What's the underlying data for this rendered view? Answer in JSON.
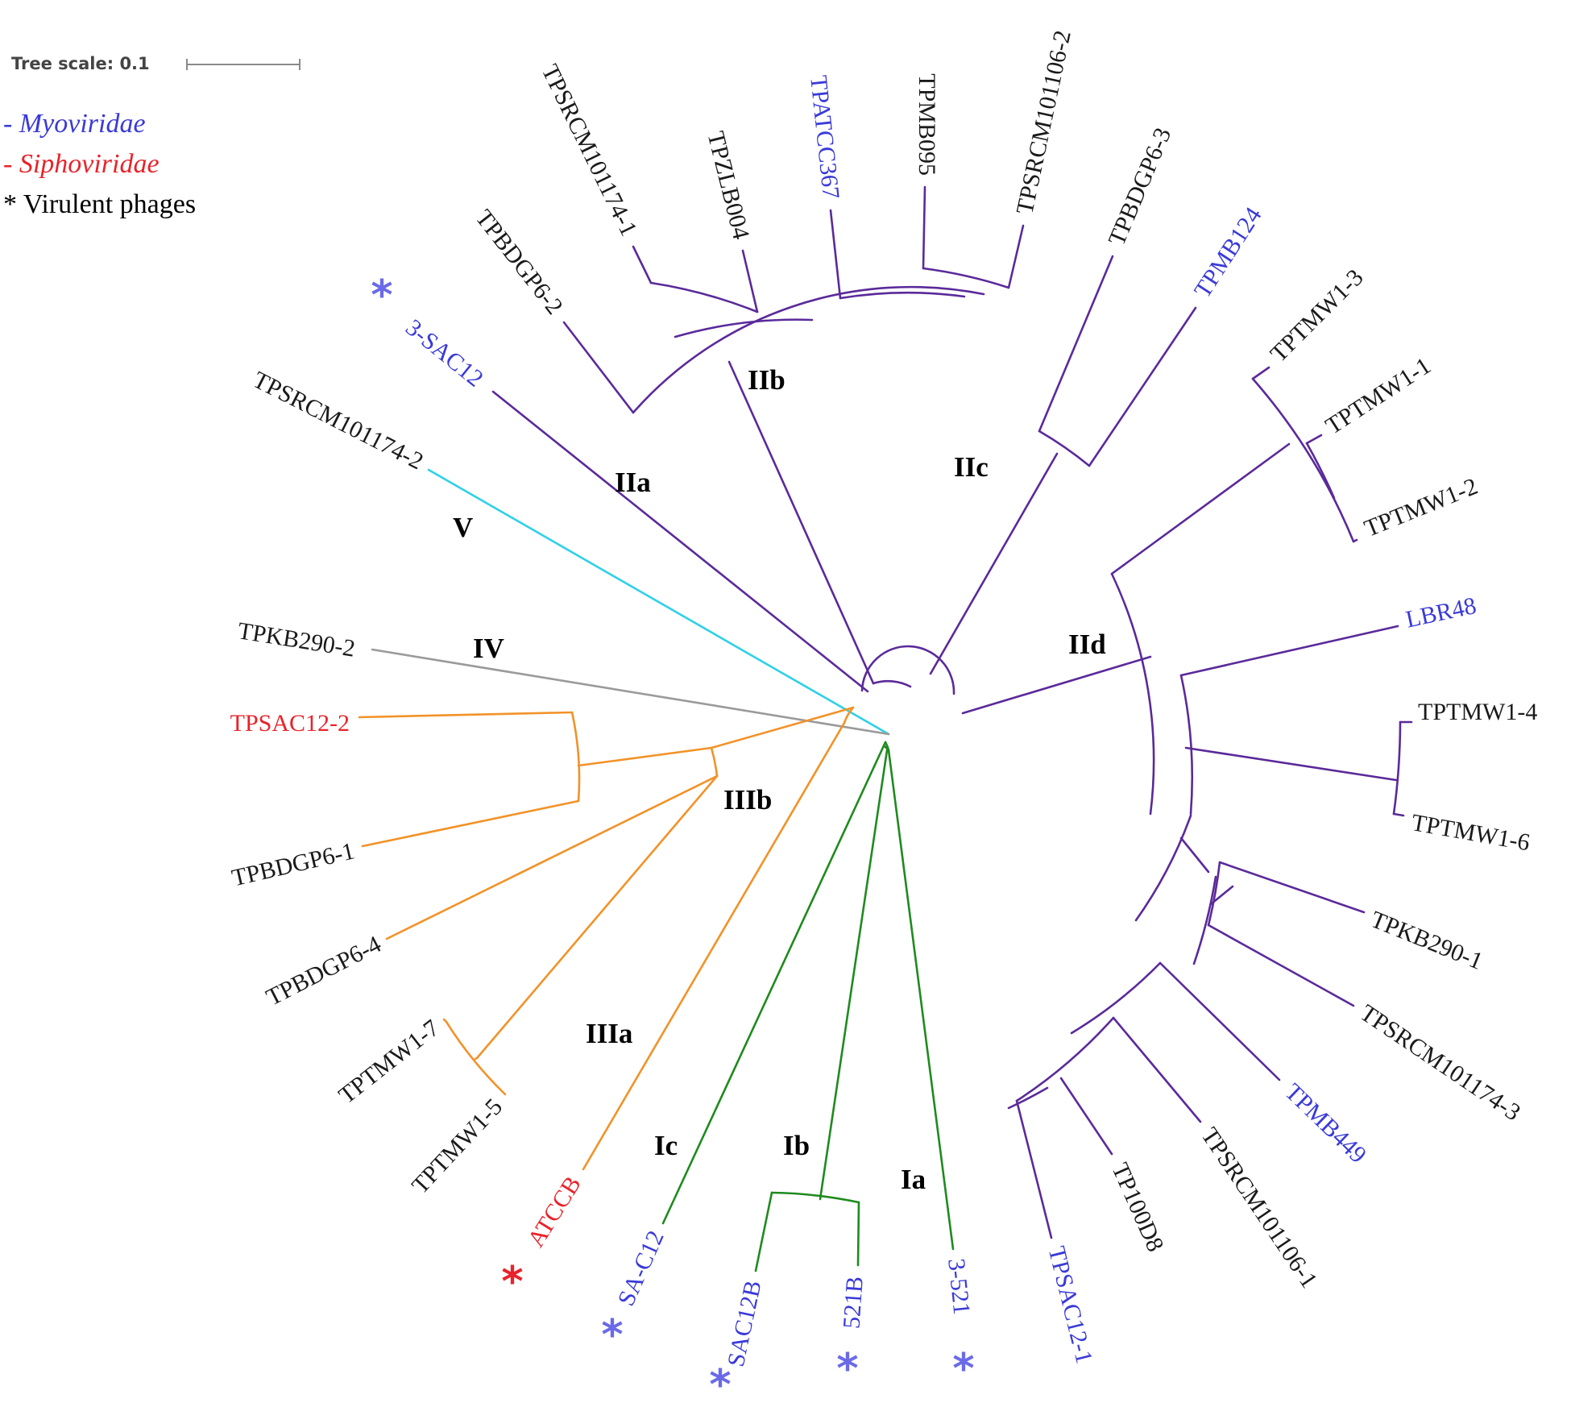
{
  "colors": {
    "myoviridae": "#3a3ad8",
    "siphoviridae": "#e8232b",
    "text": "#1a1a1a",
    "clade_I": "#1f8a1f",
    "clade_II": "#5a2a9a",
    "clade_III": "#f29228",
    "clade_IV": "#9a9a9a",
    "clade_V": "#2fd0e8",
    "virulent_star": "#6a6ae8",
    "virulent_star_red": "#e8232b"
  },
  "scale": {
    "label": "Tree scale: 0.1",
    "value": 0.1
  },
  "legend": {
    "myoviridae": "- Myoviridae",
    "siphoviridae": "- Siphoviridae",
    "virulent": "* Virulent phages"
  },
  "leaves": [
    {
      "name": "3-SAC12",
      "family": "myoviridae",
      "virulent": true,
      "star_color": "virulent_star"
    },
    {
      "name": "TPBDGP6-2",
      "family": "none",
      "virulent": false
    },
    {
      "name": "TPSRCM101174-1",
      "family": "none",
      "virulent": false
    },
    {
      "name": "TPZLB004",
      "family": "none",
      "virulent": false
    },
    {
      "name": "TPATCC367",
      "family": "myoviridae",
      "virulent": false
    },
    {
      "name": "TPMB095",
      "family": "none",
      "virulent": false
    },
    {
      "name": "TPSRCM101106-2",
      "family": "none",
      "virulent": false
    },
    {
      "name": "TPBDGP6-3",
      "family": "none",
      "virulent": false
    },
    {
      "name": "TPMB124",
      "family": "myoviridae",
      "virulent": false
    },
    {
      "name": "TPTMW1-3",
      "family": "none",
      "virulent": false
    },
    {
      "name": "TPTMW1-1",
      "family": "none",
      "virulent": false
    },
    {
      "name": "TPTMW1-2",
      "family": "none",
      "virulent": false
    },
    {
      "name": "LBR48",
      "family": "myoviridae",
      "virulent": false
    },
    {
      "name": "TPTMW1-4",
      "family": "none",
      "virulent": false
    },
    {
      "name": "TPTMW1-6",
      "family": "none",
      "virulent": false
    },
    {
      "name": "TPKB290-1",
      "family": "none",
      "virulent": false
    },
    {
      "name": "TPSRCM101174-3",
      "family": "none",
      "virulent": false
    },
    {
      "name": "TPMB449",
      "family": "myoviridae",
      "virulent": false
    },
    {
      "name": "TPSRCM101106-1",
      "family": "none",
      "virulent": false
    },
    {
      "name": "TP100D8",
      "family": "none",
      "virulent": false
    },
    {
      "name": "TPSAC12-1",
      "family": "myoviridae",
      "virulent": false
    },
    {
      "name": "3-521",
      "family": "myoviridae",
      "virulent": true,
      "star_color": "virulent_star"
    },
    {
      "name": "521B",
      "family": "myoviridae",
      "virulent": true,
      "star_color": "virulent_star"
    },
    {
      "name": "SAC12B",
      "family": "myoviridae",
      "virulent": true,
      "star_color": "virulent_star"
    },
    {
      "name": "SA-C12",
      "family": "myoviridae",
      "virulent": true,
      "star_color": "virulent_star"
    },
    {
      "name": "ATCCB",
      "family": "siphoviridae",
      "virulent": true,
      "star_color": "virulent_star_red"
    },
    {
      "name": "TPTMW1-5",
      "family": "none",
      "virulent": false
    },
    {
      "name": "TPTMW1-7",
      "family": "none",
      "virulent": false
    },
    {
      "name": "TPBDGP6-4",
      "family": "none",
      "virulent": false
    },
    {
      "name": "TPBDGP6-1",
      "family": "none",
      "virulent": false
    },
    {
      "name": "TPSAC12-2",
      "family": "siphoviridae",
      "virulent": false
    },
    {
      "name": "TPKB290-2",
      "family": "none",
      "virulent": false
    },
    {
      "name": "TPSRCM101174-2",
      "family": "none",
      "virulent": false
    }
  ],
  "clades": {
    "Ia": "Ia",
    "Ib": "Ib",
    "Ic": "Ic",
    "IIa": "IIa",
    "IIb": "IIb",
    "IIc": "IIc",
    "IId": "IId",
    "IIIa": "IIIa",
    "IIIb": "IIIb",
    "IV": "IV",
    "V": "V"
  }
}
